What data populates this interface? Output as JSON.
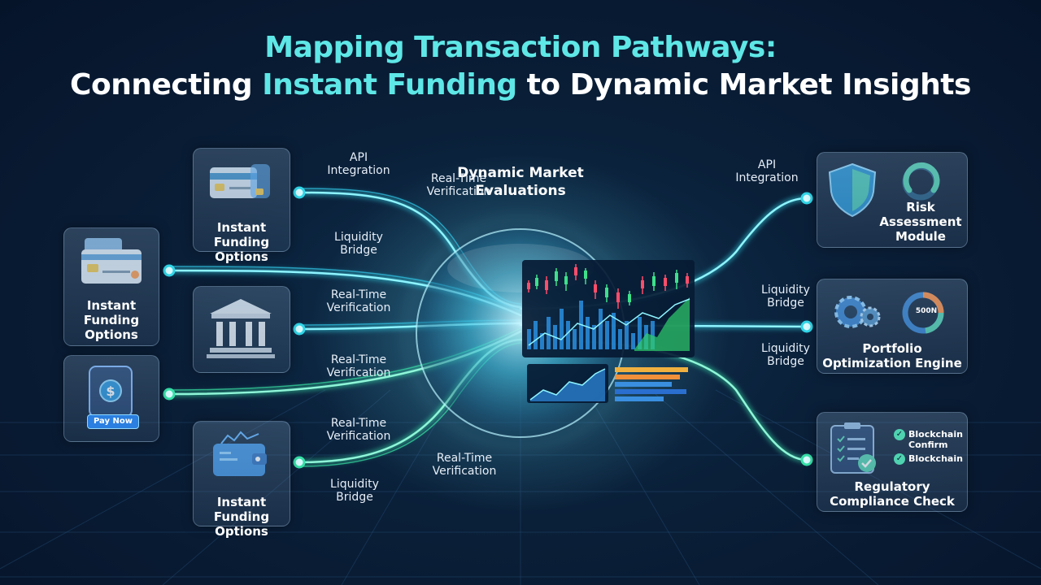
{
  "title": {
    "line1": "Mapping Transaction Pathways:",
    "line2_pre": "Connecting ",
    "line2_hl": "Instant Funding",
    "line2_post": " to Dynamic Market Insights"
  },
  "center": {
    "title": "Dynamic Market\nEvaluations"
  },
  "left_cards": [
    {
      "label": "Instant Funding\nOptions",
      "icon": "credit-card-icon"
    },
    {
      "label": "Instant\nFunding\nOptions",
      "icon": "credit-card-icon"
    },
    {
      "label": "",
      "icon": "bank-icon"
    },
    {
      "label": "Pay Now",
      "icon": "mobile-payment-icon"
    },
    {
      "label": "Instant Funding\nOptions",
      "icon": "wallet-icon"
    }
  ],
  "left_connectors": [
    {
      "label": "API\nIntegration"
    },
    {
      "label": "Real-Time\nVerification"
    },
    {
      "label": "Liquidity\nBridge"
    },
    {
      "label": "Real-Time\nVerification"
    },
    {
      "label": "Real-Time\nVerification"
    },
    {
      "label": "Real-Time\nVerification"
    },
    {
      "label": "Real-Time\nVerification"
    },
    {
      "label": "Liquidity\nBridge"
    }
  ],
  "right_connectors": [
    {
      "label": "API\nIntegration"
    },
    {
      "label": "Liquidity\nBridge"
    },
    {
      "label": "Liquidity\nBridge"
    }
  ],
  "right_cards": [
    {
      "label": "Risk\nAssessment\nModule",
      "icon": "shield-icon"
    },
    {
      "label": "Portfolio\nOptimization Engine",
      "icon": "gears-icon",
      "gauge_text": "500N"
    },
    {
      "label": "Regulatory\nCompliance Check",
      "icon": "checklist-icon",
      "checks": [
        "Blockchain\nConfirm",
        "Blockchain"
      ]
    }
  ],
  "colors": {
    "accent": "#5ee7e6",
    "line_cyan": "#31d6e8",
    "line_green": "#37e0a8",
    "bg": "#0a1f38"
  }
}
